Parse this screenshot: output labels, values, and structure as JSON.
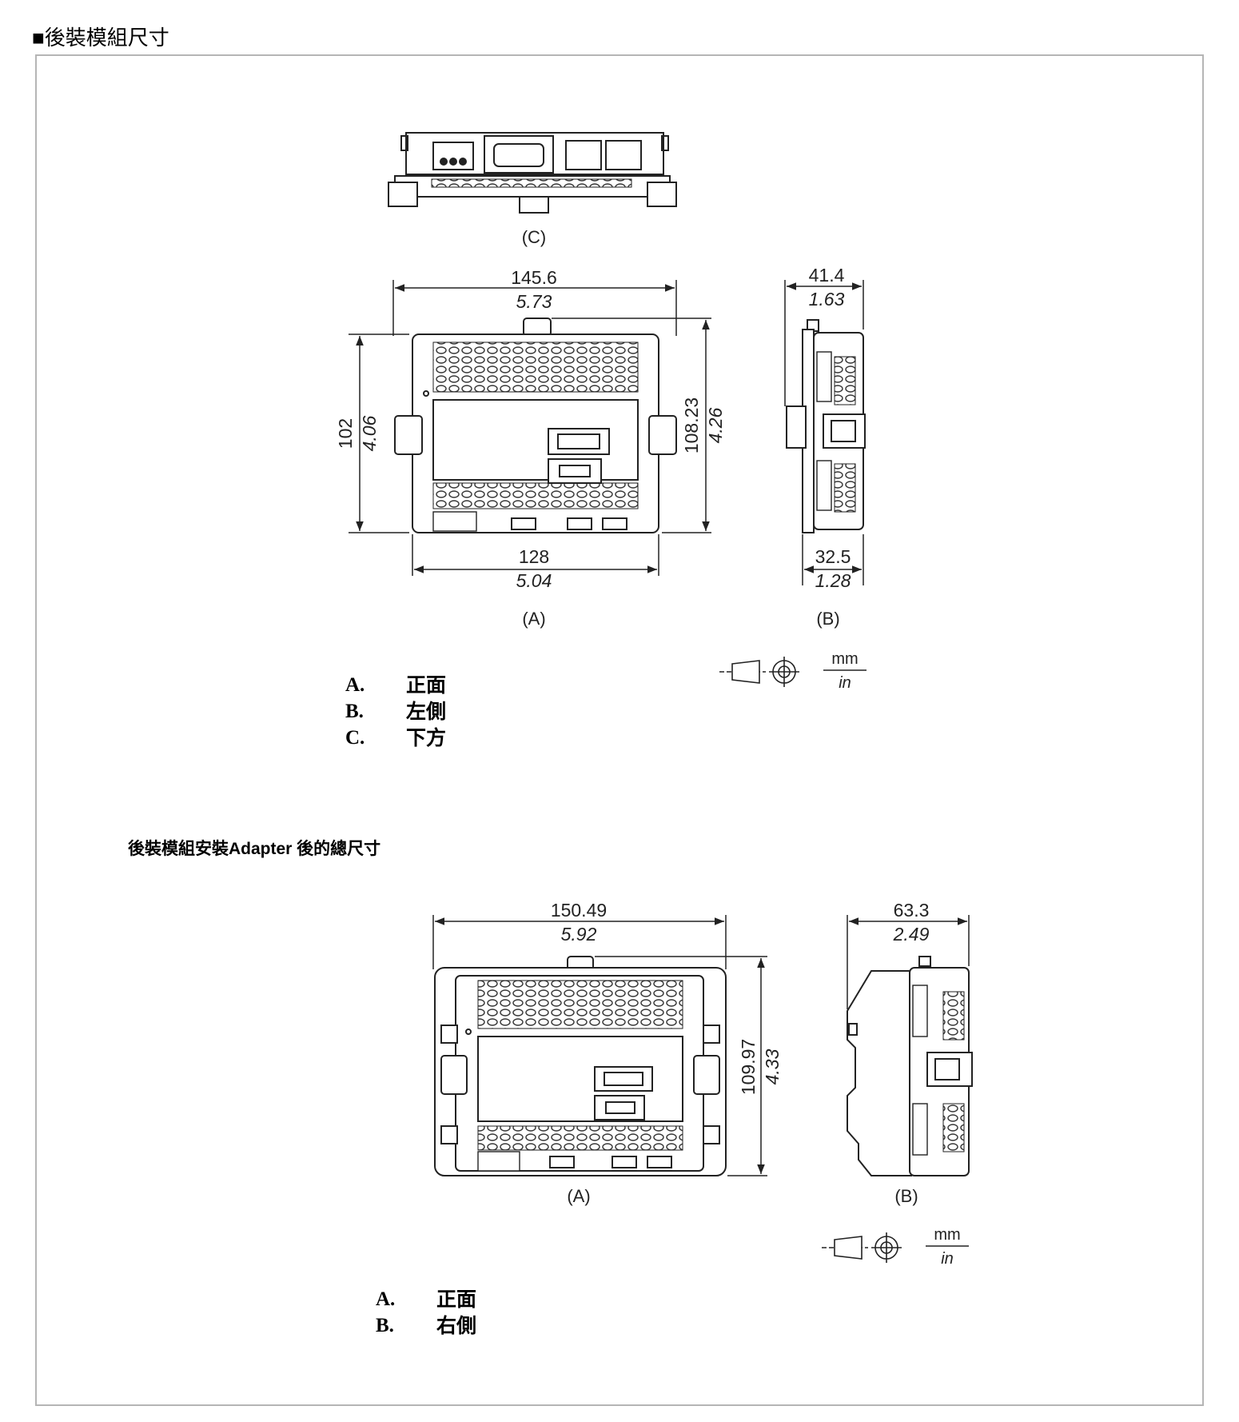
{
  "section_title": "■後裝模組尺寸",
  "diagram1": {
    "view_labels": {
      "front": "(A)",
      "side": "(B)",
      "bottom": "(C)"
    },
    "front_width": {
      "mm": "145.6",
      "in": "5.73"
    },
    "front_height": {
      "mm": "102",
      "in": "4.06"
    },
    "front_height_right": {
      "mm": "108.23",
      "in": "4.26"
    },
    "front_bottom_width": {
      "mm": "128",
      "in": "5.04"
    },
    "side_width": {
      "mm": "41.4",
      "in": "1.63"
    },
    "side_bottom_width": {
      "mm": "32.5",
      "in": "1.28"
    },
    "units": {
      "mm": "mm",
      "in": "in"
    },
    "legend": [
      {
        "key": "A.",
        "value": "正面"
      },
      {
        "key": "B.",
        "value": "左側"
      },
      {
        "key": "C.",
        "value": "下方"
      }
    ]
  },
  "subheading": "後裝模組安裝Adapter 後的總尺寸",
  "diagram2": {
    "view_labels": {
      "front": "(A)",
      "side": "(B)"
    },
    "front_width": {
      "mm": "150.49",
      "in": "5.92"
    },
    "front_height": {
      "mm": "109.97",
      "in": "4.33"
    },
    "side_width": {
      "mm": "63.3",
      "in": "2.49"
    },
    "units": {
      "mm": "mm",
      "in": "in"
    },
    "legend": [
      {
        "key": "A.",
        "value": "正面"
      },
      {
        "key": "B.",
        "value": "右側"
      }
    ]
  }
}
